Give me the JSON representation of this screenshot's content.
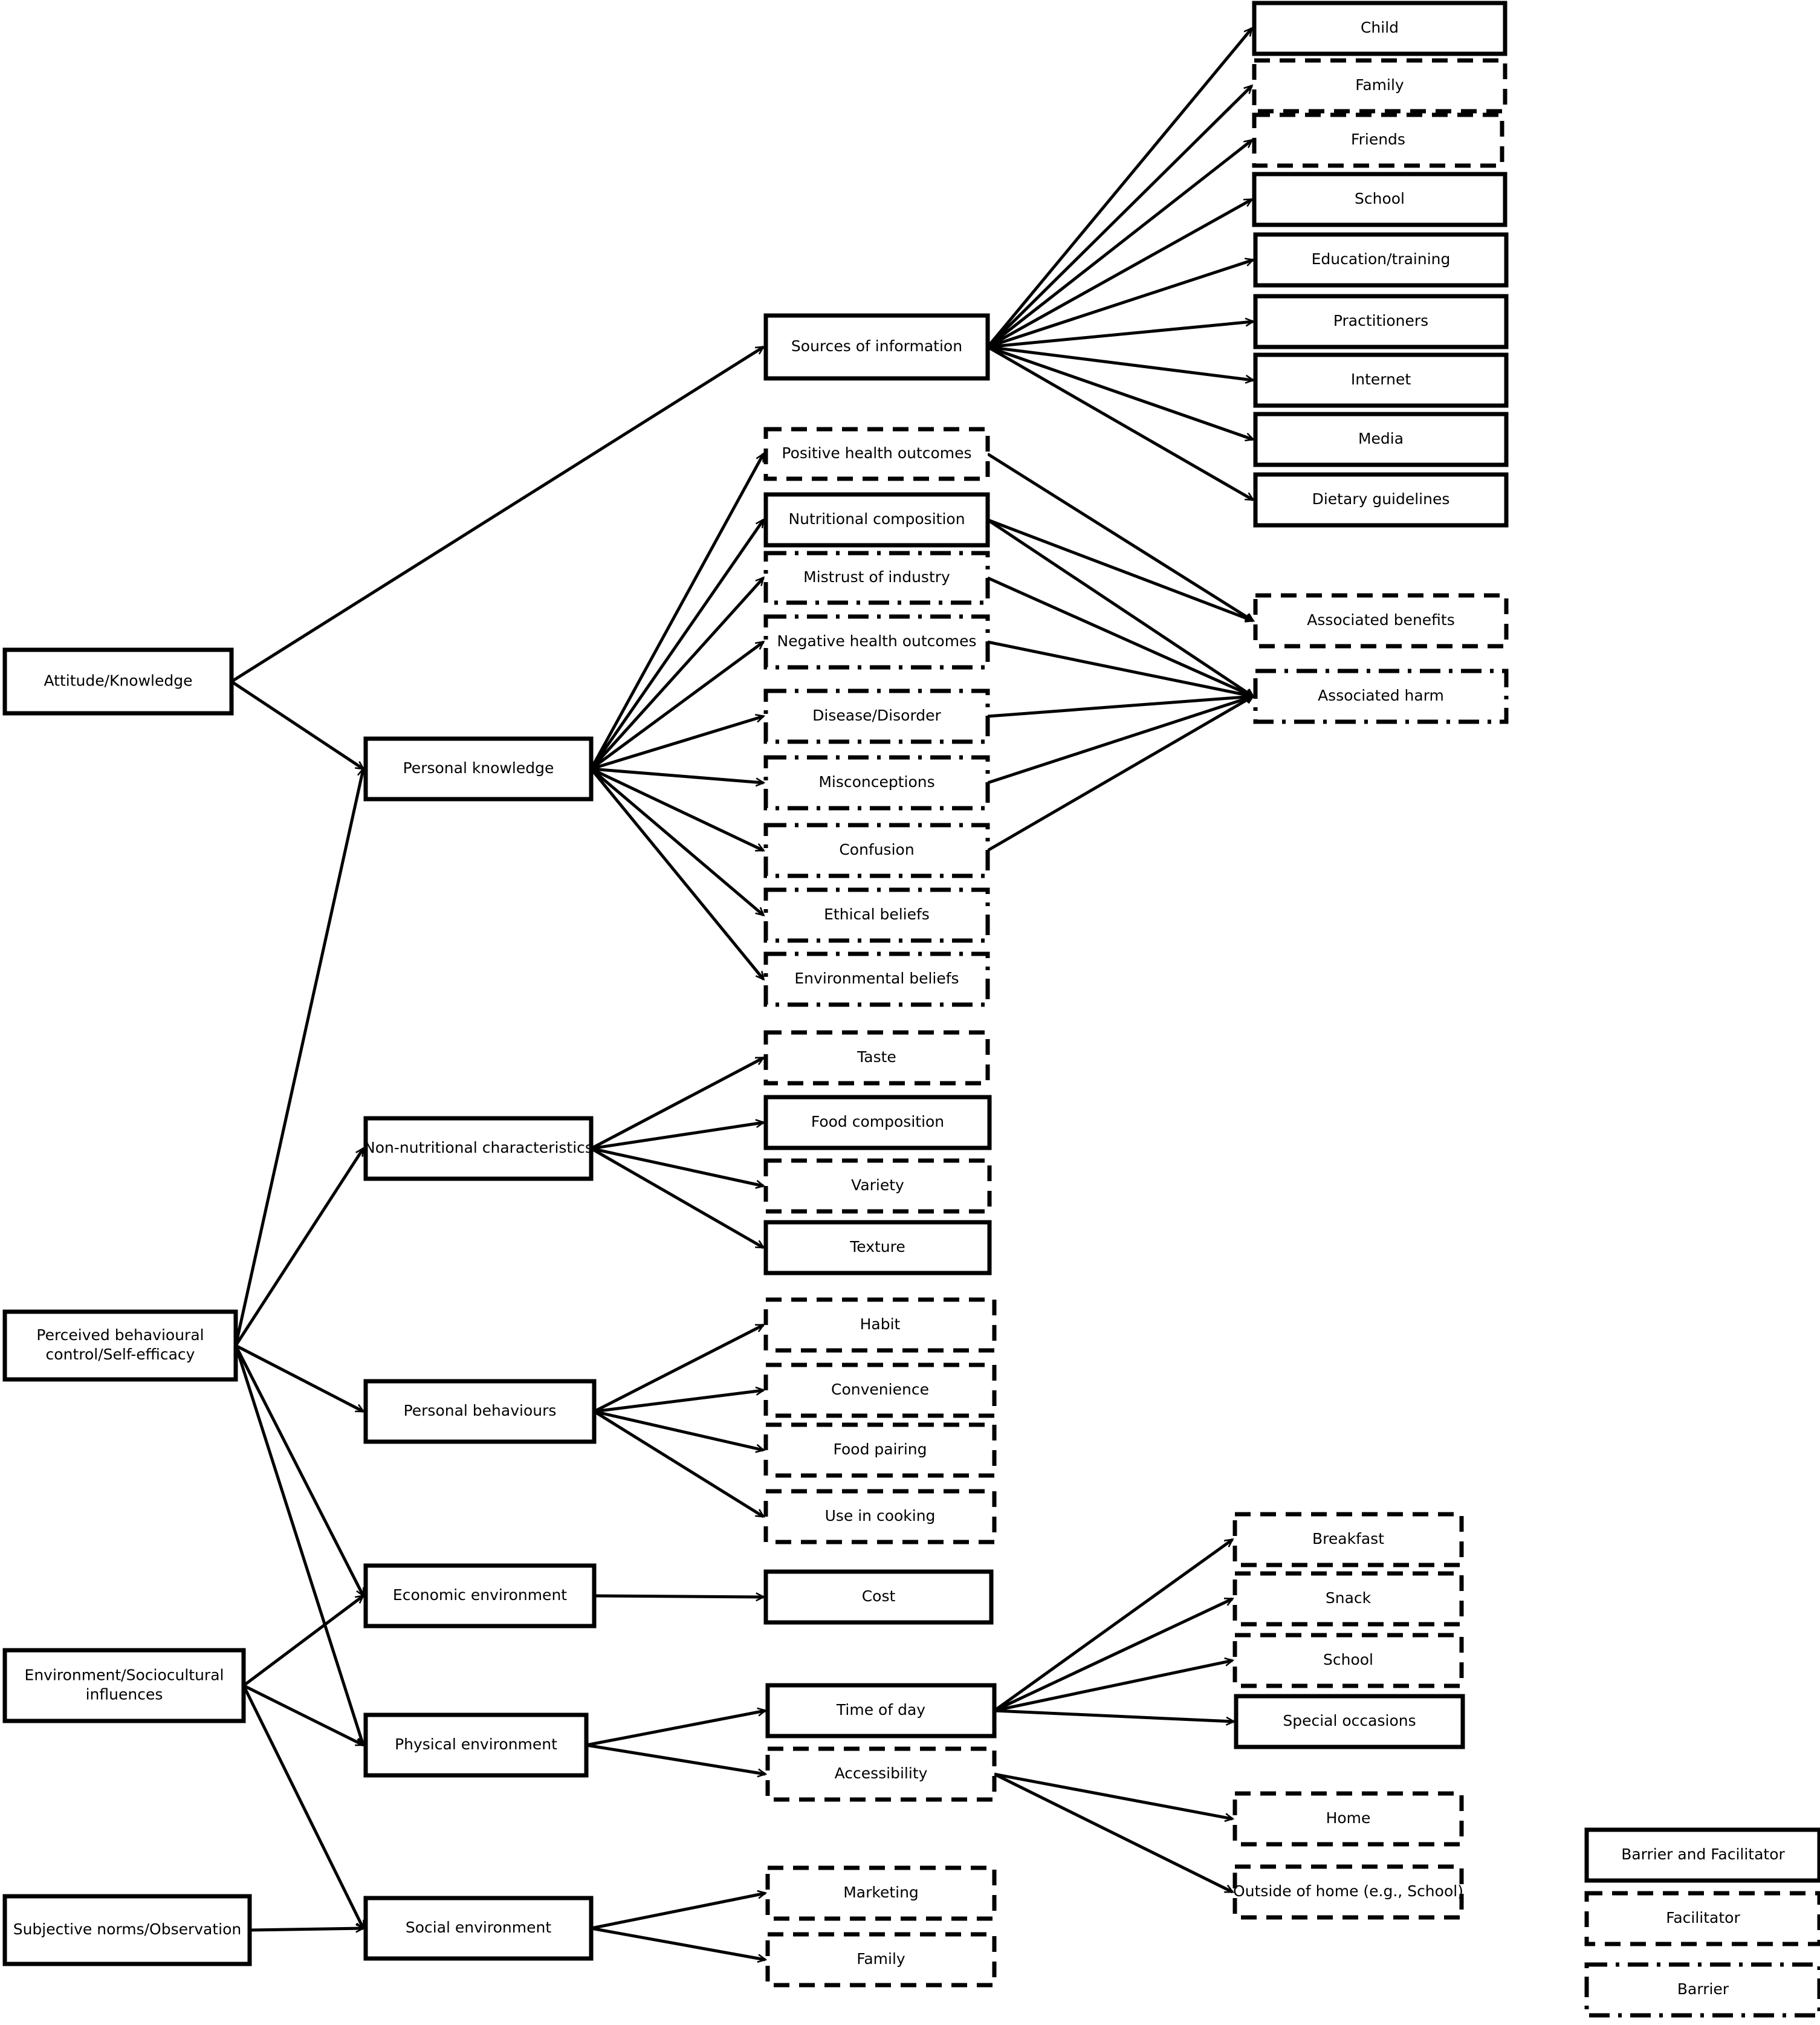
{
  "diagram": {
    "nodes": [
      {
        "id": "attitude",
        "label": [
          "Attitude/Knowledge"
        ],
        "style": "solid"
      },
      {
        "id": "pbc",
        "label": [
          "Perceived behavioural",
          "control/Self-efficacy"
        ],
        "style": "solid"
      },
      {
        "id": "env",
        "label": [
          "Environment/Sociocultural",
          "influences"
        ],
        "style": "solid"
      },
      {
        "id": "subj",
        "label": [
          "Subjective norms/Observation"
        ],
        "style": "solid"
      },
      {
        "id": "personal_knowledge",
        "label": [
          "Personal knowledge"
        ],
        "style": "solid"
      },
      {
        "id": "non_nutritional",
        "label": [
          "Non-nutritional characteristics"
        ],
        "style": "solid"
      },
      {
        "id": "personal_behaviours",
        "label": [
          "Personal behaviours"
        ],
        "style": "solid"
      },
      {
        "id": "economic_env",
        "label": [
          "Economic environment"
        ],
        "style": "solid"
      },
      {
        "id": "physical_env",
        "label": [
          "Physical environment"
        ],
        "style": "solid"
      },
      {
        "id": "social_env",
        "label": [
          "Social environment"
        ],
        "style": "solid"
      },
      {
        "id": "sources",
        "label": [
          "Sources of information"
        ],
        "style": "solid"
      },
      {
        "id": "pos_health",
        "label": [
          "Positive health outcomes"
        ],
        "style": "dashed"
      },
      {
        "id": "nutr_comp",
        "label": [
          "Nutritional composition"
        ],
        "style": "solid"
      },
      {
        "id": "mistrust",
        "label": [
          "Mistrust of industry"
        ],
        "style": "dashdot"
      },
      {
        "id": "neg_health",
        "label": [
          "Negative health outcomes"
        ],
        "style": "dashdot"
      },
      {
        "id": "disease",
        "label": [
          "Disease/Disorder"
        ],
        "style": "dashdot"
      },
      {
        "id": "misconceptions",
        "label": [
          "Misconceptions"
        ],
        "style": "dashdot"
      },
      {
        "id": "confusion",
        "label": [
          "Confusion"
        ],
        "style": "dashdot"
      },
      {
        "id": "ethical",
        "label": [
          "Ethical beliefs"
        ],
        "style": "dashdot"
      },
      {
        "id": "environmental",
        "label": [
          "Environmental beliefs"
        ],
        "style": "dashdot"
      },
      {
        "id": "taste",
        "label": [
          "Taste"
        ],
        "style": "dashed"
      },
      {
        "id": "food_comp",
        "label": [
          "Food composition"
        ],
        "style": "solid"
      },
      {
        "id": "variety",
        "label": [
          "Variety"
        ],
        "style": "dashed"
      },
      {
        "id": "texture",
        "label": [
          "Texture"
        ],
        "style": "solid"
      },
      {
        "id": "habit",
        "label": [
          "Habit"
        ],
        "style": "dashed"
      },
      {
        "id": "convenience",
        "label": [
          "Convenience"
        ],
        "style": "dashed"
      },
      {
        "id": "food_pairing",
        "label": [
          "Food pairing"
        ],
        "style": "dashed"
      },
      {
        "id": "cooking",
        "label": [
          "Use in cooking"
        ],
        "style": "dashed"
      },
      {
        "id": "cost",
        "label": [
          "Cost"
        ],
        "style": "solid"
      },
      {
        "id": "time_of_day",
        "label": [
          "Time of day"
        ],
        "style": "solid"
      },
      {
        "id": "accessibility",
        "label": [
          "Accessibility"
        ],
        "style": "dashed"
      },
      {
        "id": "marketing",
        "label": [
          "Marketing"
        ],
        "style": "dashed"
      },
      {
        "id": "family_social",
        "label": [
          "Family"
        ],
        "style": "dashed"
      },
      {
        "id": "child",
        "label": [
          "Child"
        ],
        "style": "solid"
      },
      {
        "id": "family_src",
        "label": [
          "Family"
        ],
        "style": "dashed"
      },
      {
        "id": "friends",
        "label": [
          "Friends"
        ],
        "style": "dashed"
      },
      {
        "id": "school_src",
        "label": [
          "School"
        ],
        "style": "solid"
      },
      {
        "id": "education",
        "label": [
          "Education/training"
        ],
        "style": "solid"
      },
      {
        "id": "practitioners",
        "label": [
          "Practitioners"
        ],
        "style": "solid"
      },
      {
        "id": "internet",
        "label": [
          "Internet"
        ],
        "style": "solid"
      },
      {
        "id": "media",
        "label": [
          "Media"
        ],
        "style": "solid"
      },
      {
        "id": "guidelines",
        "label": [
          "Dietary guidelines"
        ],
        "style": "solid"
      },
      {
        "id": "assoc_benefits",
        "label": [
          "Associated benefits"
        ],
        "style": "dashed"
      },
      {
        "id": "assoc_harm",
        "label": [
          "Associated harm"
        ],
        "style": "dashdot"
      },
      {
        "id": "breakfast",
        "label": [
          "Breakfast"
        ],
        "style": "dashed"
      },
      {
        "id": "snack",
        "label": [
          "Snack"
        ],
        "style": "dashed"
      },
      {
        "id": "school_time",
        "label": [
          "School"
        ],
        "style": "dashed"
      },
      {
        "id": "special",
        "label": [
          "Special occasions"
        ],
        "style": "solid"
      },
      {
        "id": "home",
        "label": [
          "Home"
        ],
        "style": "dashed"
      },
      {
        "id": "outside_home",
        "label": [
          "Outside of home (e.g., School)"
        ],
        "style": "dashed"
      }
    ],
    "edges": [
      [
        "attitude",
        "sources"
      ],
      [
        "attitude",
        "personal_knowledge"
      ],
      [
        "pbc",
        "personal_knowledge"
      ],
      [
        "pbc",
        "non_nutritional"
      ],
      [
        "pbc",
        "personal_behaviours"
      ],
      [
        "pbc",
        "economic_env"
      ],
      [
        "pbc",
        "physical_env"
      ],
      [
        "env",
        "economic_env"
      ],
      [
        "env",
        "physical_env"
      ],
      [
        "env",
        "social_env"
      ],
      [
        "subj",
        "social_env"
      ],
      [
        "sources",
        "child"
      ],
      [
        "sources",
        "family_src"
      ],
      [
        "sources",
        "friends"
      ],
      [
        "sources",
        "school_src"
      ],
      [
        "sources",
        "education"
      ],
      [
        "sources",
        "practitioners"
      ],
      [
        "sources",
        "internet"
      ],
      [
        "sources",
        "media"
      ],
      [
        "sources",
        "guidelines"
      ],
      [
        "personal_knowledge",
        "pos_health"
      ],
      [
        "personal_knowledge",
        "nutr_comp"
      ],
      [
        "personal_knowledge",
        "mistrust"
      ],
      [
        "personal_knowledge",
        "neg_health"
      ],
      [
        "personal_knowledge",
        "disease"
      ],
      [
        "personal_knowledge",
        "misconceptions"
      ],
      [
        "personal_knowledge",
        "confusion"
      ],
      [
        "personal_knowledge",
        "ethical"
      ],
      [
        "personal_knowledge",
        "environmental"
      ],
      [
        "pos_health",
        "assoc_benefits"
      ],
      [
        "nutr_comp",
        "assoc_benefits"
      ],
      [
        "nutr_comp",
        "assoc_harm"
      ],
      [
        "mistrust",
        "assoc_harm"
      ],
      [
        "neg_health",
        "assoc_harm"
      ],
      [
        "disease",
        "assoc_harm"
      ],
      [
        "misconceptions",
        "assoc_harm"
      ],
      [
        "confusion",
        "assoc_harm"
      ],
      [
        "non_nutritional",
        "taste"
      ],
      [
        "non_nutritional",
        "food_comp"
      ],
      [
        "non_nutritional",
        "variety"
      ],
      [
        "non_nutritional",
        "texture"
      ],
      [
        "personal_behaviours",
        "habit"
      ],
      [
        "personal_behaviours",
        "convenience"
      ],
      [
        "personal_behaviours",
        "food_pairing"
      ],
      [
        "personal_behaviours",
        "cooking"
      ],
      [
        "economic_env",
        "cost"
      ],
      [
        "physical_env",
        "time_of_day"
      ],
      [
        "physical_env",
        "accessibility"
      ],
      [
        "time_of_day",
        "breakfast"
      ],
      [
        "time_of_day",
        "snack"
      ],
      [
        "time_of_day",
        "school_time"
      ],
      [
        "time_of_day",
        "special"
      ],
      [
        "accessibility",
        "home"
      ],
      [
        "accessibility",
        "outside_home"
      ],
      [
        "social_env",
        "marketing"
      ],
      [
        "social_env",
        "family_social"
      ]
    ]
  },
  "legend": [
    {
      "label": "Barrier and Facilitator",
      "style": "solid"
    },
    {
      "label": "Facilitator",
      "style": "dashed"
    },
    {
      "label": "Barrier",
      "style": "dashdot"
    }
  ]
}
